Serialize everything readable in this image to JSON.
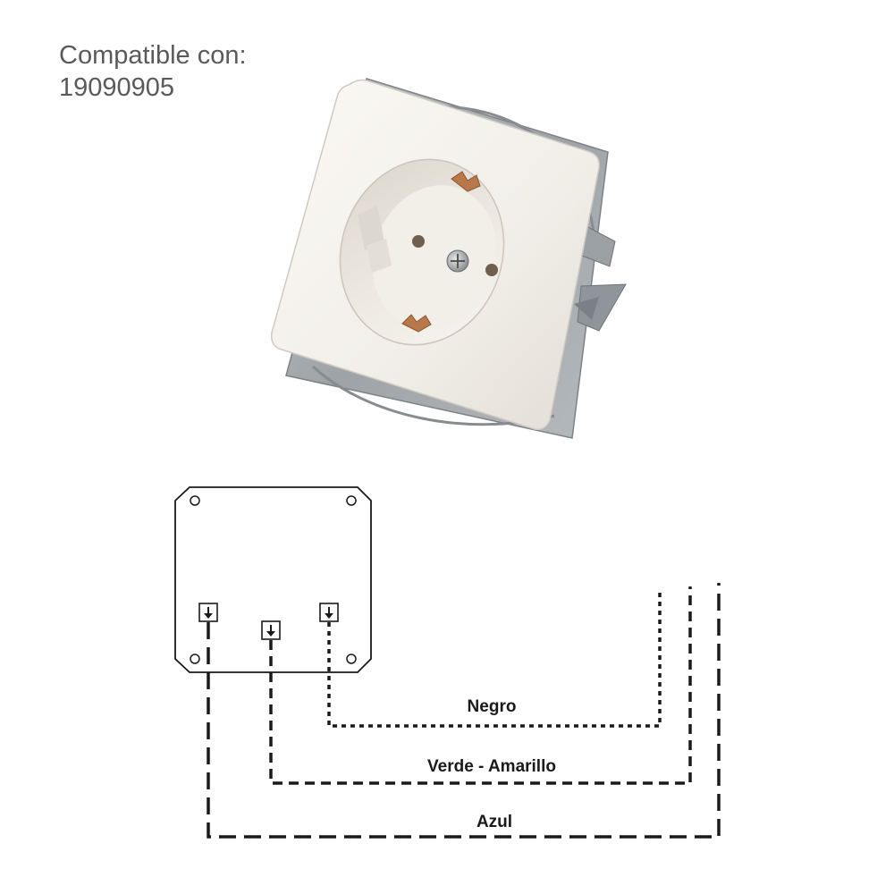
{
  "compatibility": {
    "heading": "Compatible con:",
    "code": "19090905"
  },
  "product": {
    "icon": "schuko-socket-icon",
    "face_color": "#f3f0ea",
    "frame_color": "#a9aeb2",
    "contact_color": "#b8784a"
  },
  "wiring": {
    "wires": [
      {
        "label": "Negro",
        "style": "dotted"
      },
      {
        "label": "Verde - Amarillo",
        "style": "short-dash"
      },
      {
        "label": "Azul",
        "style": "long-dash"
      }
    ],
    "line_color": "#1a1a1a"
  }
}
